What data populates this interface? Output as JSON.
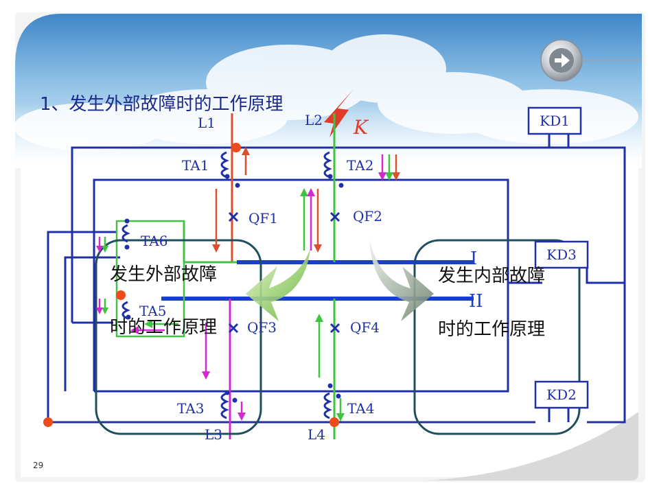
{
  "slide": {
    "title": "1、发生外部故障时的工作原理",
    "page_number": "29",
    "fault_label": "K"
  },
  "lines": {
    "l1": "L1",
    "l2": "L2",
    "l3": "L3",
    "l4": "L4"
  },
  "transformers": {
    "ta1": "TA1",
    "ta2": "TA2",
    "ta3": "TA3",
    "ta4": "TA4",
    "ta5": "TA5",
    "ta6": "TA6"
  },
  "breakers": {
    "qf1": "QF1",
    "qf2": "QF2",
    "qf3": "QF3",
    "qf4": "QF4"
  },
  "relays": {
    "kd1": "KD1",
    "kd2": "KD2",
    "kd3": "KD3"
  },
  "buses": {
    "bus1": "I",
    "bus2": "II"
  },
  "callouts": {
    "external_line1": "发生外部故障",
    "external_line2": "时的工作原理",
    "internal_line1": "发生内部故障",
    "internal_line2": "时的工作原理"
  },
  "colors": {
    "wire": "#1f2fa8",
    "bus": "#1a3fc9",
    "red_arrow": "#d8502c",
    "green_arrow": "#3ec43e",
    "magenta_arrow": "#d02ad0",
    "node": "#ee4a1c",
    "loop": "#1f4f5f",
    "green_box": "#46c046"
  }
}
